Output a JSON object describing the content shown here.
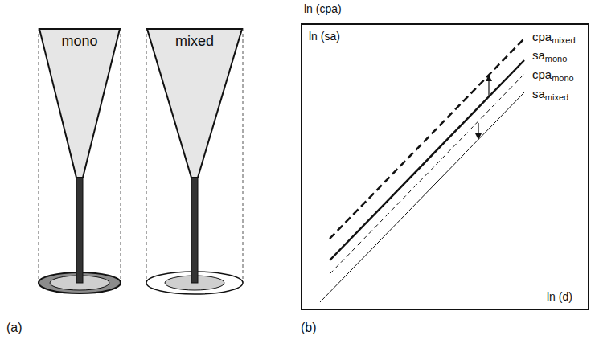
{
  "diagram": {
    "nodes": [
      {
        "text": [
          "mono"
        ]
      },
      {
        "text": [
          "mixed"
        ]
      }
    ],
    "edges": [],
    "labels": [
      "ln (cpa)",
      "ln (sa)",
      "cpa",
      "mixed",
      "sa",
      "mono",
      "cpa",
      "mono",
      "sa",
      "mixed",
      "ln (d)",
      "(a)",
      "(b)"
    ]
  }
}
